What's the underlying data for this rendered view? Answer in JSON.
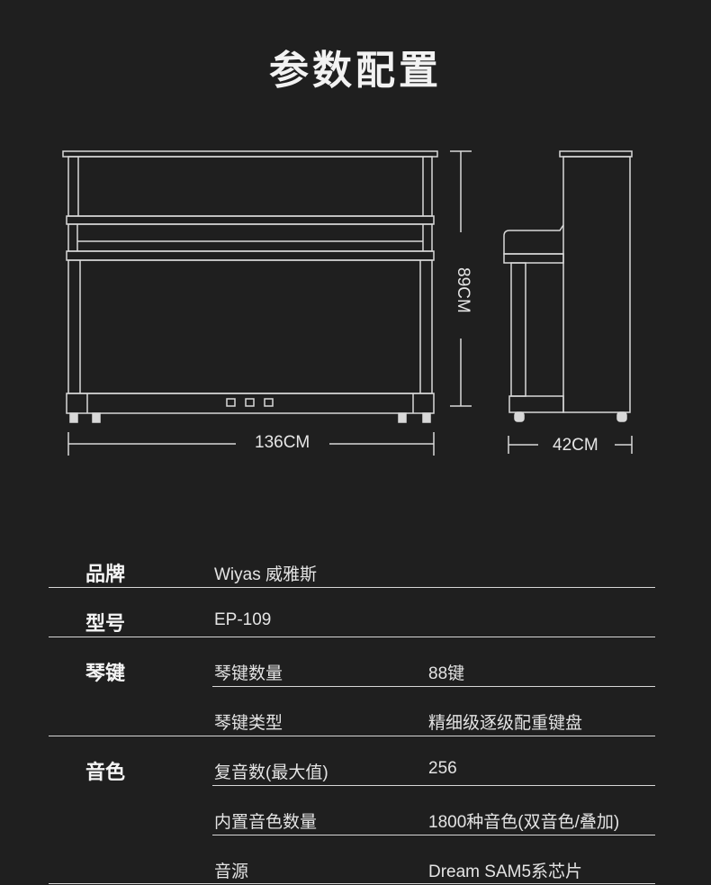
{
  "title": "参数配置",
  "dimensions": {
    "width": "136CM",
    "height": "89CM",
    "depth": "42CM"
  },
  "colors": {
    "background": "#1f1f1f",
    "line": "#d6d6d6",
    "text": "#eaeaea"
  },
  "specs": [
    {
      "category": "品牌",
      "rows": [
        {
          "value": "Wiyas 威雅斯"
        }
      ]
    },
    {
      "category": "型号",
      "rows": [
        {
          "value": "EP-109"
        }
      ]
    },
    {
      "category": "琴键",
      "rows": [
        {
          "label": "琴键数量",
          "value": "88键"
        },
        {
          "label": "琴键类型",
          "value": "精细级逐级配重键盘"
        }
      ]
    },
    {
      "category": "音色",
      "rows": [
        {
          "label": "复音数(最大值)",
          "value": "256"
        },
        {
          "label": "内置音色数量",
          "value": "1800种音色(双音色/叠加)"
        },
        {
          "label": "音源",
          "value": "Dream SAM5系芯片"
        }
      ]
    }
  ]
}
